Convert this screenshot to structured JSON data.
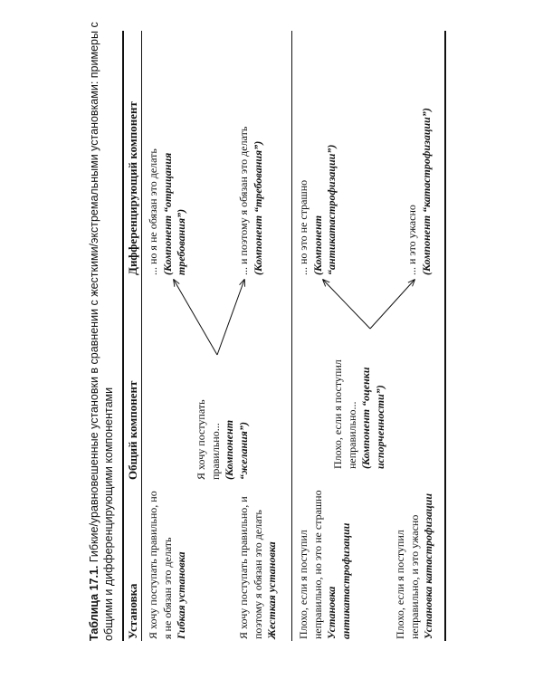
{
  "caption": {
    "lead": "Таблица 17.1.",
    "text": " Гибкие/уравновешенные установки в сравнении с жесткими/экстремальными установками: примеры с общими и дифференцирующими компонентами"
  },
  "headers": {
    "col1": "Установка",
    "col2": "Общий компонент",
    "col3": "Дифференцирующий компонент"
  },
  "group1": {
    "row1": {
      "attitude_text": "Я хочу поступать правильно, но я не обязан это делать",
      "attitude_label": "Гибкая установка",
      "diff_text": "... но я не обязан это делать",
      "diff_component": "(Компонент “отрицания требования”)"
    },
    "common": {
      "text": "Я хочу поступать правильно...",
      "component": "(Компонент “желания”)"
    },
    "row2": {
      "attitude_text": "Я хочу поступать правильно, и поэтому я обязан это делать",
      "attitude_label": "Жесткая установка",
      "diff_text": "... и поэтому я обязан это делать",
      "diff_component": "(Компонент “требования”)"
    }
  },
  "group2": {
    "row1": {
      "attitude_text": "Плохо, если я поступил неправильно, но это не страшно",
      "attitude_label": "Установка антикатастрофизации",
      "diff_text": "... но это не страшно",
      "diff_component": "(Компонент “антикатастрофизации”)"
    },
    "common": {
      "text": "Плохо, если я поступил неправильно...",
      "component": "(Компонент “оценки испорченности”)"
    },
    "row2": {
      "attitude_text": "Плохо, если я поступил неправильно, и это ужасно",
      "attitude_label": "Установка катастрофизации",
      "diff_text": "... и это ужасно",
      "diff_component": "(Компонент “катастрофизации”)"
    }
  }
}
